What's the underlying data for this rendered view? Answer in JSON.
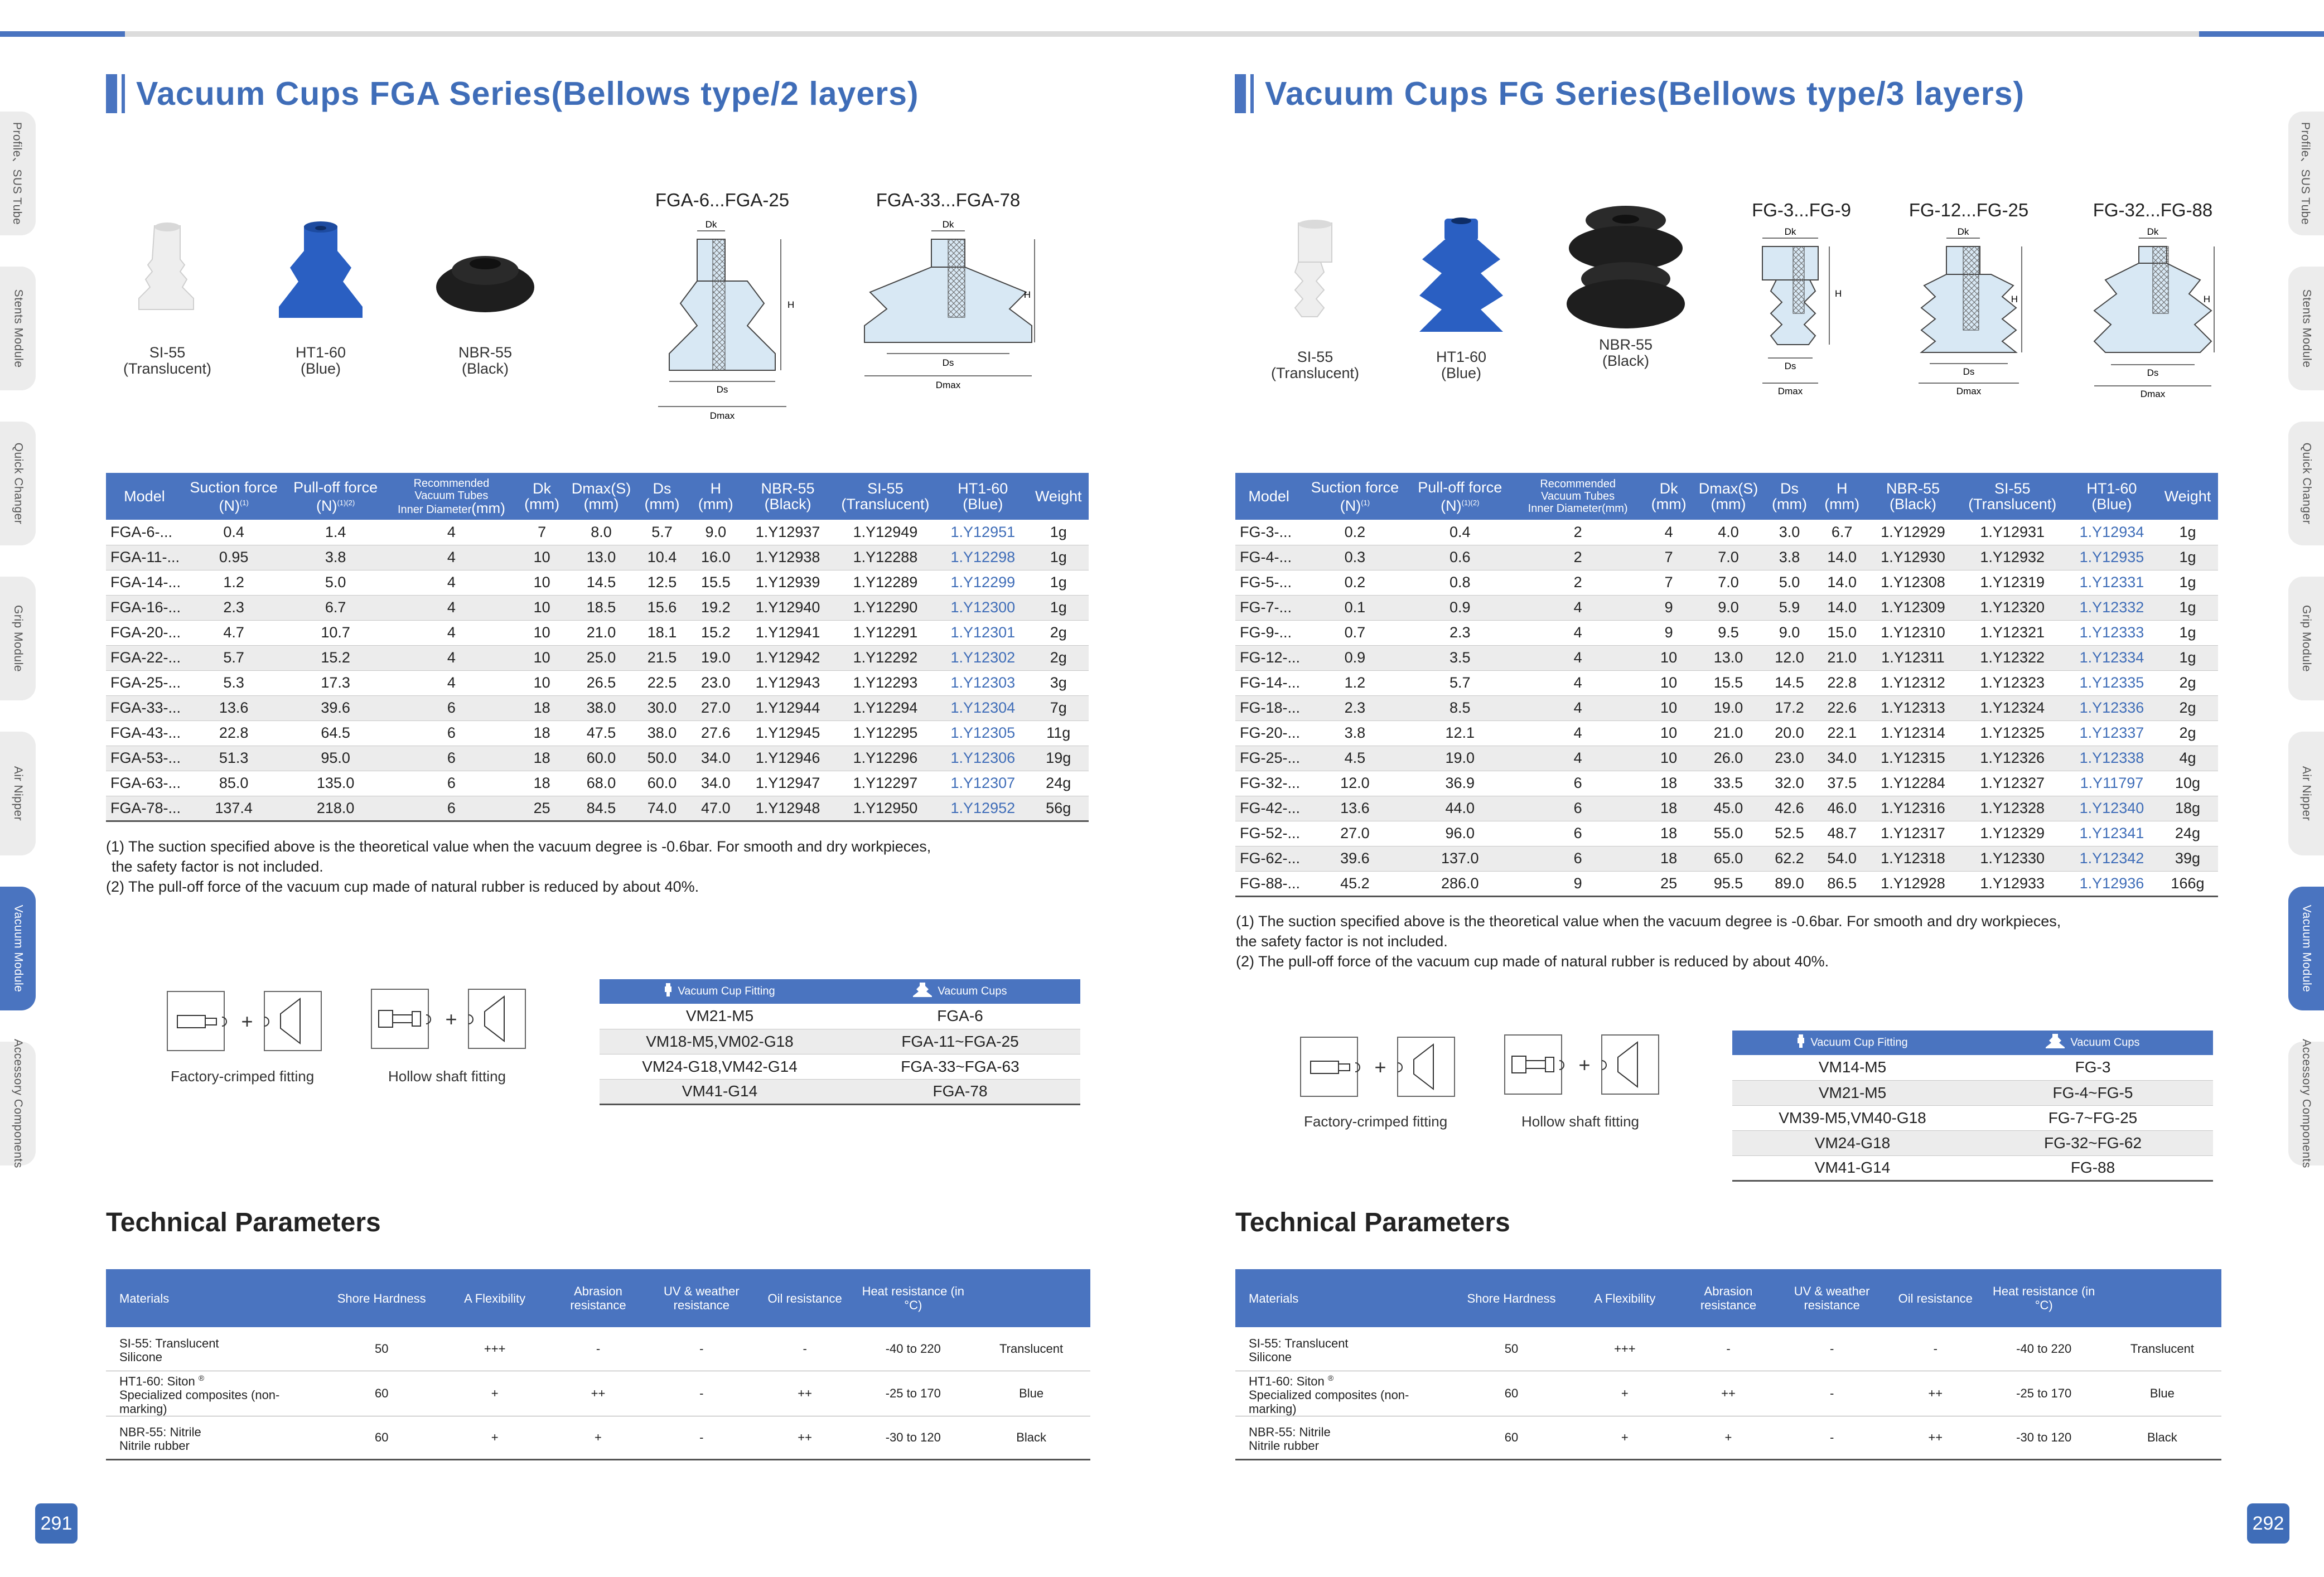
{
  "left": {
    "page_number": "291",
    "title": "Vacuum Cups FGA Series(Bellows type/2 layers)",
    "photos": [
      {
        "name": "SI-55",
        "sub": "(Translucent)",
        "color": "#eeeeee"
      },
      {
        "name": "HT1-60",
        "sub": "(Blue)",
        "color": "#2a5fc2"
      },
      {
        "name": "NBR-55",
        "sub": "(Black)",
        "color": "#222222"
      }
    ],
    "diagrams": [
      {
        "title": "FGA-6...FGA-25",
        "dk": "Dk",
        "h": "H",
        "ds": "Ds",
        "dmax": "Dmax"
      },
      {
        "title": "FGA-33...FGA-78",
        "dk": "Dk",
        "h": "H",
        "ds": "Ds",
        "dmax": "Dmax"
      }
    ],
    "table": {
      "headers": {
        "model": "Model",
        "suction": "Suction force",
        "suction_unit": "(N)",
        "suction_note": "(1)",
        "pulloff": "Pull-off force",
        "pulloff_unit": "(N)",
        "pulloff_note": "(1)(2)",
        "rec1": "Recommended",
        "rec2": "Vacuum Tubes",
        "rec3": "Inner Diameter",
        "rec4": "(mm)",
        "dk": "Dk",
        "dk_u": "(mm)",
        "dmax": "Dmax(S)",
        "dmax_u": "(mm)",
        "ds": "Ds",
        "ds_u": "(mm)",
        "h": "H",
        "h_u": "(mm)",
        "nbr": "NBR-55",
        "nbr_u": "(Black)",
        "si": "SI-55",
        "si_u": "(Translucent)",
        "ht": "HT1-60",
        "ht_u": "(Blue)",
        "weight": "Weight"
      },
      "rows": [
        [
          "FGA-6-...",
          "0.4",
          "1.4",
          "4",
          "7",
          "8.0",
          "5.7",
          "9.0",
          "1.Y12937",
          "1.Y12949",
          "1.Y12951",
          "1g"
        ],
        [
          "FGA-11-...",
          "0.95",
          "3.8",
          "4",
          "10",
          "13.0",
          "10.4",
          "16.0",
          "1.Y12938",
          "1.Y12288",
          "1.Y12298",
          "1g"
        ],
        [
          "FGA-14-...",
          "1.2",
          "5.0",
          "4",
          "10",
          "14.5",
          "12.5",
          "15.5",
          "1.Y12939",
          "1.Y12289",
          "1.Y12299",
          "1g"
        ],
        [
          "FGA-16-...",
          "2.3",
          "6.7",
          "4",
          "10",
          "18.5",
          "15.6",
          "19.2",
          "1.Y12940",
          "1.Y12290",
          "1.Y12300",
          "1g"
        ],
        [
          "FGA-20-...",
          "4.7",
          "10.7",
          "4",
          "10",
          "21.0",
          "18.1",
          "15.2",
          "1.Y12941",
          "1.Y12291",
          "1.Y12301",
          "2g"
        ],
        [
          "FGA-22-...",
          "5.7",
          "15.2",
          "4",
          "10",
          "25.0",
          "21.5",
          "19.0",
          "1.Y12942",
          "1.Y12292",
          "1.Y12302",
          "2g"
        ],
        [
          "FGA-25-...",
          "5.3",
          "17.3",
          "4",
          "10",
          "26.5",
          "22.5",
          "23.0",
          "1.Y12943",
          "1.Y12293",
          "1.Y12303",
          "3g"
        ],
        [
          "FGA-33-...",
          "13.6",
          "39.6",
          "6",
          "18",
          "38.0",
          "30.0",
          "27.0",
          "1.Y12944",
          "1.Y12294",
          "1.Y12304",
          "7g"
        ],
        [
          "FGA-43-...",
          "22.8",
          "64.5",
          "6",
          "18",
          "47.5",
          "38.0",
          "27.6",
          "1.Y12945",
          "1.Y12295",
          "1.Y12305",
          "11g"
        ],
        [
          "FGA-53-...",
          "51.3",
          "95.0",
          "6",
          "18",
          "60.0",
          "50.0",
          "34.0",
          "1.Y12946",
          "1.Y12296",
          "1.Y12306",
          "19g"
        ],
        [
          "FGA-63-...",
          "85.0",
          "135.0",
          "6",
          "18",
          "68.0",
          "60.0",
          "34.0",
          "1.Y12947",
          "1.Y12297",
          "1.Y12307",
          "24g"
        ],
        [
          "FGA-78-...",
          "137.4",
          "218.0",
          "6",
          "25",
          "84.5",
          "74.0",
          "47.0",
          "1.Y12948",
          "1.Y12950",
          "1.Y12952",
          "56g"
        ]
      ]
    },
    "notes": [
      "(1) The suction specified above is the theoretical value when the vacuum degree is -0.6bar. For smooth and dry workpieces,",
      "the safety factor is not included.",
      "(2) The pull-off force of the vacuum cup made of natural rubber is reduced by about 40%."
    ],
    "fittings": {
      "crimped": "Factory-crimped fitting",
      "hollow": "Hollow shaft fitting"
    },
    "fit_table": {
      "h1": "Vacuum Cup  Fitting",
      "h2": "Vacuum Cups",
      "rows": [
        [
          "VM21-M5",
          "FGA-6"
        ],
        [
          "VM18-M5,VM02-G18",
          "FGA-11~FGA-25"
        ],
        [
          "VM24-G18,VM42-G14",
          "FGA-33~FGA-63"
        ],
        [
          "VM41-G14",
          "FGA-78"
        ]
      ]
    },
    "tech_title": "Technical Parameters"
  },
  "right": {
    "page_number": "292",
    "title": "Vacuum Cups FG Series(Bellows type/3 layers)",
    "photos": [
      {
        "name": "SI-55",
        "sub": "(Translucent)",
        "color": "#eeeeee"
      },
      {
        "name": "HT1-60",
        "sub": "(Blue)",
        "color": "#2a5fc2"
      },
      {
        "name": "NBR-55",
        "sub": "(Black)",
        "color": "#222222"
      }
    ],
    "diagrams": [
      {
        "title": "FG-3...FG-9",
        "dk": "Dk",
        "h": "H",
        "ds": "Ds",
        "dmax": "Dmax"
      },
      {
        "title": "FG-12...FG-25",
        "dk": "Dk",
        "h": "H",
        "ds": "Ds",
        "dmax": "Dmax"
      },
      {
        "title": "FG-32...FG-88",
        "dk": "Dk",
        "h": "H",
        "ds": "Ds",
        "dmax": "Dmax"
      }
    ],
    "table": {
      "headers": {
        "model": "Model",
        "suction": "Suction force",
        "suction_unit": "(N)",
        "suction_note": "(1)",
        "pulloff": "Pull-off force",
        "pulloff_unit": "(N)",
        "pulloff_note": "(1)(2)",
        "rec1": "Recommended",
        "rec2": "Vacuum Tubes",
        "rec3": "Inner Diameter(mm)",
        "rec4": "",
        "dk": "Dk",
        "dk_u": "(mm)",
        "dmax": "Dmax(S)",
        "dmax_u": "(mm)",
        "ds": "Ds",
        "ds_u": "(mm)",
        "h": "H",
        "h_u": "(mm)",
        "nbr": "NBR-55",
        "nbr_u": "(Black)",
        "si": "SI-55",
        "si_u": "(Translucent)",
        "ht": "HT1-60",
        "ht_u": "(Blue)",
        "weight": "Weight"
      },
      "rows": [
        [
          "FG-3-...",
          "0.2",
          "0.4",
          "2",
          "4",
          "4.0",
          "3.0",
          "6.7",
          "1.Y12929",
          "1.Y12931",
          "1.Y12934",
          "1g"
        ],
        [
          "FG-4-...",
          "0.3",
          "0.6",
          "2",
          "7",
          "7.0",
          "3.8",
          "14.0",
          "1.Y12930",
          "1.Y12932",
          "1.Y12935",
          "1g"
        ],
        [
          "FG-5-...",
          "0.2",
          "0.8",
          "2",
          "7",
          "7.0",
          "5.0",
          "14.0",
          "1.Y12308",
          "1.Y12319",
          "1.Y12331",
          "1g"
        ],
        [
          "FG-7-...",
          "0.1",
          "0.9",
          "4",
          "9",
          "9.0",
          "5.9",
          "14.0",
          "1.Y12309",
          "1.Y12320",
          "1.Y12332",
          "1g"
        ],
        [
          "FG-9-...",
          "0.7",
          "2.3",
          "4",
          "9",
          "9.5",
          "9.0",
          "15.0",
          "1.Y12310",
          "1.Y12321",
          "1.Y12333",
          "1g"
        ],
        [
          "FG-12-...",
          "0.9",
          "3.5",
          "4",
          "10",
          "13.0",
          "12.0",
          "21.0",
          "1.Y12311",
          "1.Y12322",
          "1.Y12334",
          "1g"
        ],
        [
          "FG-14-...",
          "1.2",
          "5.7",
          "4",
          "10",
          "15.5",
          "14.5",
          "22.8",
          "1.Y12312",
          "1.Y12323",
          "1.Y12335",
          "2g"
        ],
        [
          "FG-18-...",
          "2.3",
          "8.5",
          "4",
          "10",
          "19.0",
          "17.2",
          "22.6",
          "1.Y12313",
          "1.Y12324",
          "1.Y12336",
          "2g"
        ],
        [
          "FG-20-...",
          "3.8",
          "12.1",
          "4",
          "10",
          "21.0",
          "20.0",
          "22.1",
          "1.Y12314",
          "1.Y12325",
          "1.Y12337",
          "2g"
        ],
        [
          "FG-25-...",
          "4.5",
          "19.0",
          "4",
          "10",
          "26.0",
          "23.0",
          "34.0",
          "1.Y12315",
          "1.Y12326",
          "1.Y12338",
          "4g"
        ],
        [
          "FG-32-...",
          "12.0",
          "36.9",
          "6",
          "18",
          "33.5",
          "32.0",
          "37.5",
          "1.Y12284",
          "1.Y12327",
          "1.Y11797",
          "10g"
        ],
        [
          "FG-42-...",
          "13.6",
          "44.0",
          "6",
          "18",
          "45.0",
          "42.6",
          "46.0",
          "1.Y12316",
          "1.Y12328",
          "1.Y12340",
          "18g"
        ],
        [
          "FG-52-...",
          "27.0",
          "96.0",
          "6",
          "18",
          "55.0",
          "52.5",
          "48.7",
          "1.Y12317",
          "1.Y12329",
          "1.Y12341",
          "24g"
        ],
        [
          "FG-62-...",
          "39.6",
          "137.0",
          "6",
          "18",
          "65.0",
          "62.2",
          "54.0",
          "1.Y12318",
          "1.Y12330",
          "1.Y12342",
          "39g"
        ],
        [
          "FG-88-...",
          "45.2",
          "286.0",
          "9",
          "25",
          "95.5",
          "89.0",
          "86.5",
          "1.Y12928",
          "1.Y12933",
          "1.Y12936",
          "166g"
        ]
      ]
    },
    "notes": [
      "(1) The suction specified above is the theoretical value when the vacuum degree is -0.6bar. For smooth and dry workpieces,",
      "the safety factor is not included.",
      "(2) The pull-off force of the vacuum cup made of natural rubber is reduced by about 40%."
    ],
    "fittings": {
      "crimped": "Factory-crimped fitting",
      "hollow": "Hollow shaft fitting"
    },
    "fit_table": {
      "h1": "Vacuum Cup  Fitting",
      "h2": "Vacuum Cups",
      "rows": [
        [
          "VM14-M5",
          "FG-3"
        ],
        [
          "VM21-M5",
          "FG-4~FG-5"
        ],
        [
          "VM39-M5,VM40-G18",
          "FG-7~FG-25"
        ],
        [
          "VM24-G18",
          "FG-32~FG-62"
        ],
        [
          "VM41-G14",
          "FG-88"
        ]
      ]
    },
    "tech_title": "Technical Parameters"
  },
  "tech_table": {
    "headers": [
      "Materials",
      "Shore Hardness",
      "A Flexibility",
      "Abrasion resistance",
      "UV & weather resistance",
      "Oil resistance",
      "Heat resistance (in °C)",
      ""
    ],
    "rows": [
      {
        "mat1": "SI-55: Translucent",
        "mat2": "Silicone",
        "reg": "",
        "cells": [
          "50",
          "+++",
          "-",
          "-",
          "-",
          "-40 to 220",
          "Translucent"
        ]
      },
      {
        "mat1": "HT1-60: Siton",
        "mat2": "Specialized composites (non-marking)",
        "reg": "®",
        "cells": [
          "60",
          "+",
          "++",
          "-",
          "++",
          "-25 to 170",
          "Blue"
        ]
      },
      {
        "mat1": "NBR-55: Nitrile",
        "mat2": "Nitrile rubber",
        "reg": "",
        "cells": [
          "60",
          "+",
          "+",
          "-",
          "++",
          "-30 to 120",
          "Black"
        ]
      }
    ]
  },
  "side_tabs": [
    "Profile、SUS  Tube",
    "Stents Module",
    "Quick Changer",
    "Grip Module",
    "Air Nipper",
    "Vacuum Module",
    "Accessory Components"
  ],
  "accent_color": "#4a74c0"
}
